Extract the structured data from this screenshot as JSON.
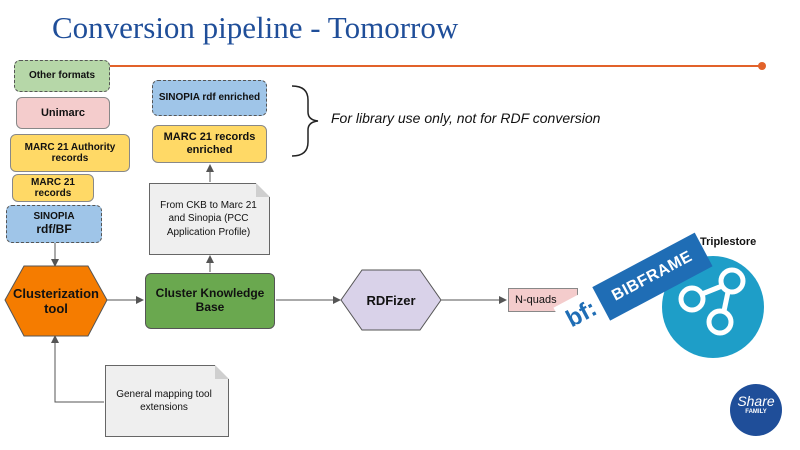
{
  "slide": {
    "title": "Conversion pipeline - Tomorrow"
  },
  "sources": {
    "other_formats": "Other formats",
    "unimarc": "Unimarc",
    "marc21_authority": "MARC 21 Authority records",
    "marc21_records": "MARC 21 records",
    "sinopia_line1": "SINOPIA",
    "sinopia_line2": "rdf/BF"
  },
  "enriched": {
    "sinopia_enriched": "SINOPIA rdf enriched",
    "marc21_enriched": "MARC 21 records enriched"
  },
  "note": "For library use only, not for RDF conversion",
  "ckb_doc": "From CKB to Marc 21 and Sinopia (PCC Application Profile)",
  "pipeline": {
    "clusterization": "Clusterization tool",
    "cluster_kb": "Cluster Knowledge Base",
    "rdfizer": "RDFizer",
    "nquads": "N-quads",
    "triplestore": "Triplestore"
  },
  "mapping_doc": "General mapping tool extensions",
  "bibframe_logo": {
    "mark": "bf:",
    "word": "BIBFRAME"
  },
  "share_logo": {
    "word": "Share",
    "sub": "FAMILY"
  },
  "colors": {
    "title": "#1f4e99",
    "rule": "#e2622a",
    "clusterization": "#f57c00",
    "cluster_kb": "#6aa84f",
    "rdfizer": "#d9d2e9",
    "triplestore": "#1e9ec8",
    "bibframe": "#1f6db5"
  }
}
